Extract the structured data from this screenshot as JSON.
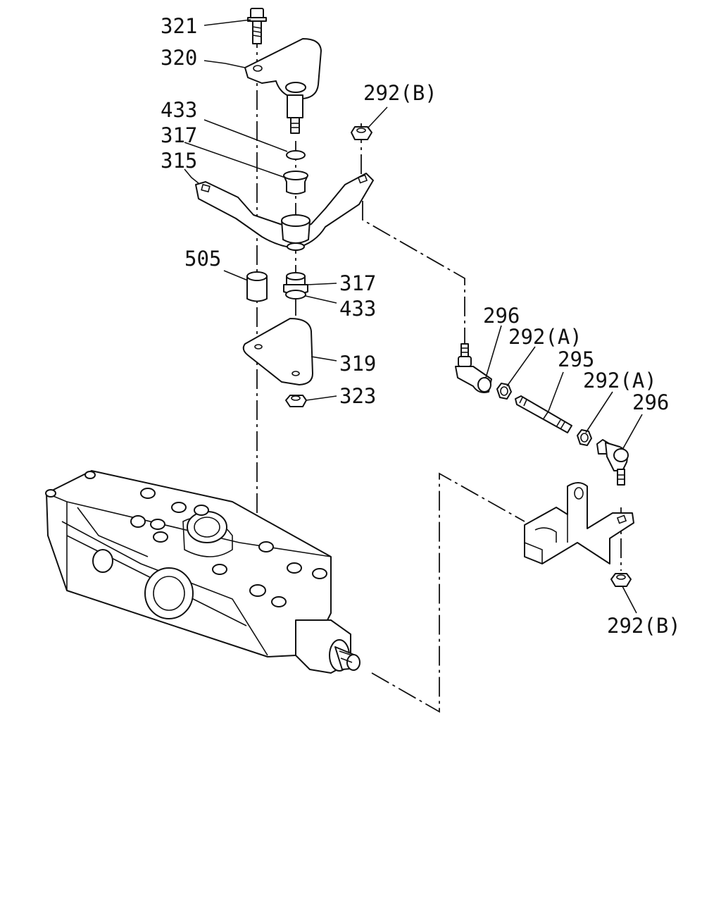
{
  "callouts": {
    "c321": "321",
    "c320": "320",
    "c433_top": "433",
    "c317_top": "317",
    "c315": "315",
    "c292b_top": "292(B)",
    "c505": "505",
    "c317_bottom": "317",
    "c433_bottom": "433",
    "c319": "319",
    "c323": "323",
    "c296_left": "296",
    "c292a_left": "292(A)",
    "c295": "295",
    "c292a_right": "292(A)",
    "c296_right": "296",
    "c292b_bottom": "292(B)"
  }
}
